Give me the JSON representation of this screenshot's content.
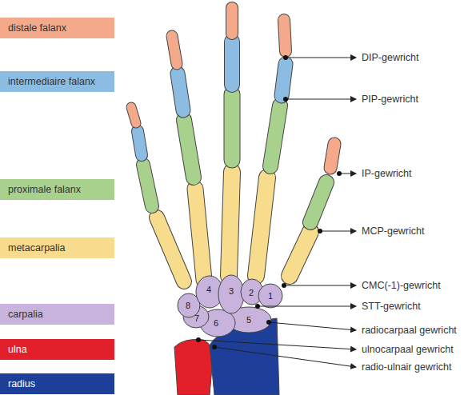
{
  "diagram": {
    "labels": [
      "DIP-gewricht",
      "PIP-gewricht",
      "IP-gewricht",
      "MCP-gewricht",
      "CMC(-1)-gewricht",
      "STT-gewricht",
      "radiocarpaal gewricht",
      "ulnocarpaal gewricht",
      "radio-ulnair gewricht",
      "1",
      "2",
      "3",
      "4",
      "5",
      "6",
      "7",
      "8"
    ],
    "legend": [
      {
        "text": "distale falanx",
        "color": "#f4a98a"
      },
      {
        "text": "intermediaire falanx",
        "color": "#8dbce3"
      },
      {
        "text": "proximale falanx",
        "color": "#a9d18e"
      },
      {
        "text": "metacarpalia",
        "color": "#f6dc8c"
      },
      {
        "text": "carpalia",
        "color": "#c8b3dd"
      },
      {
        "text": "ulna",
        "color": "#e3202a"
      },
      {
        "text": "radius",
        "color": "#1d3f9a"
      }
    ]
  }
}
